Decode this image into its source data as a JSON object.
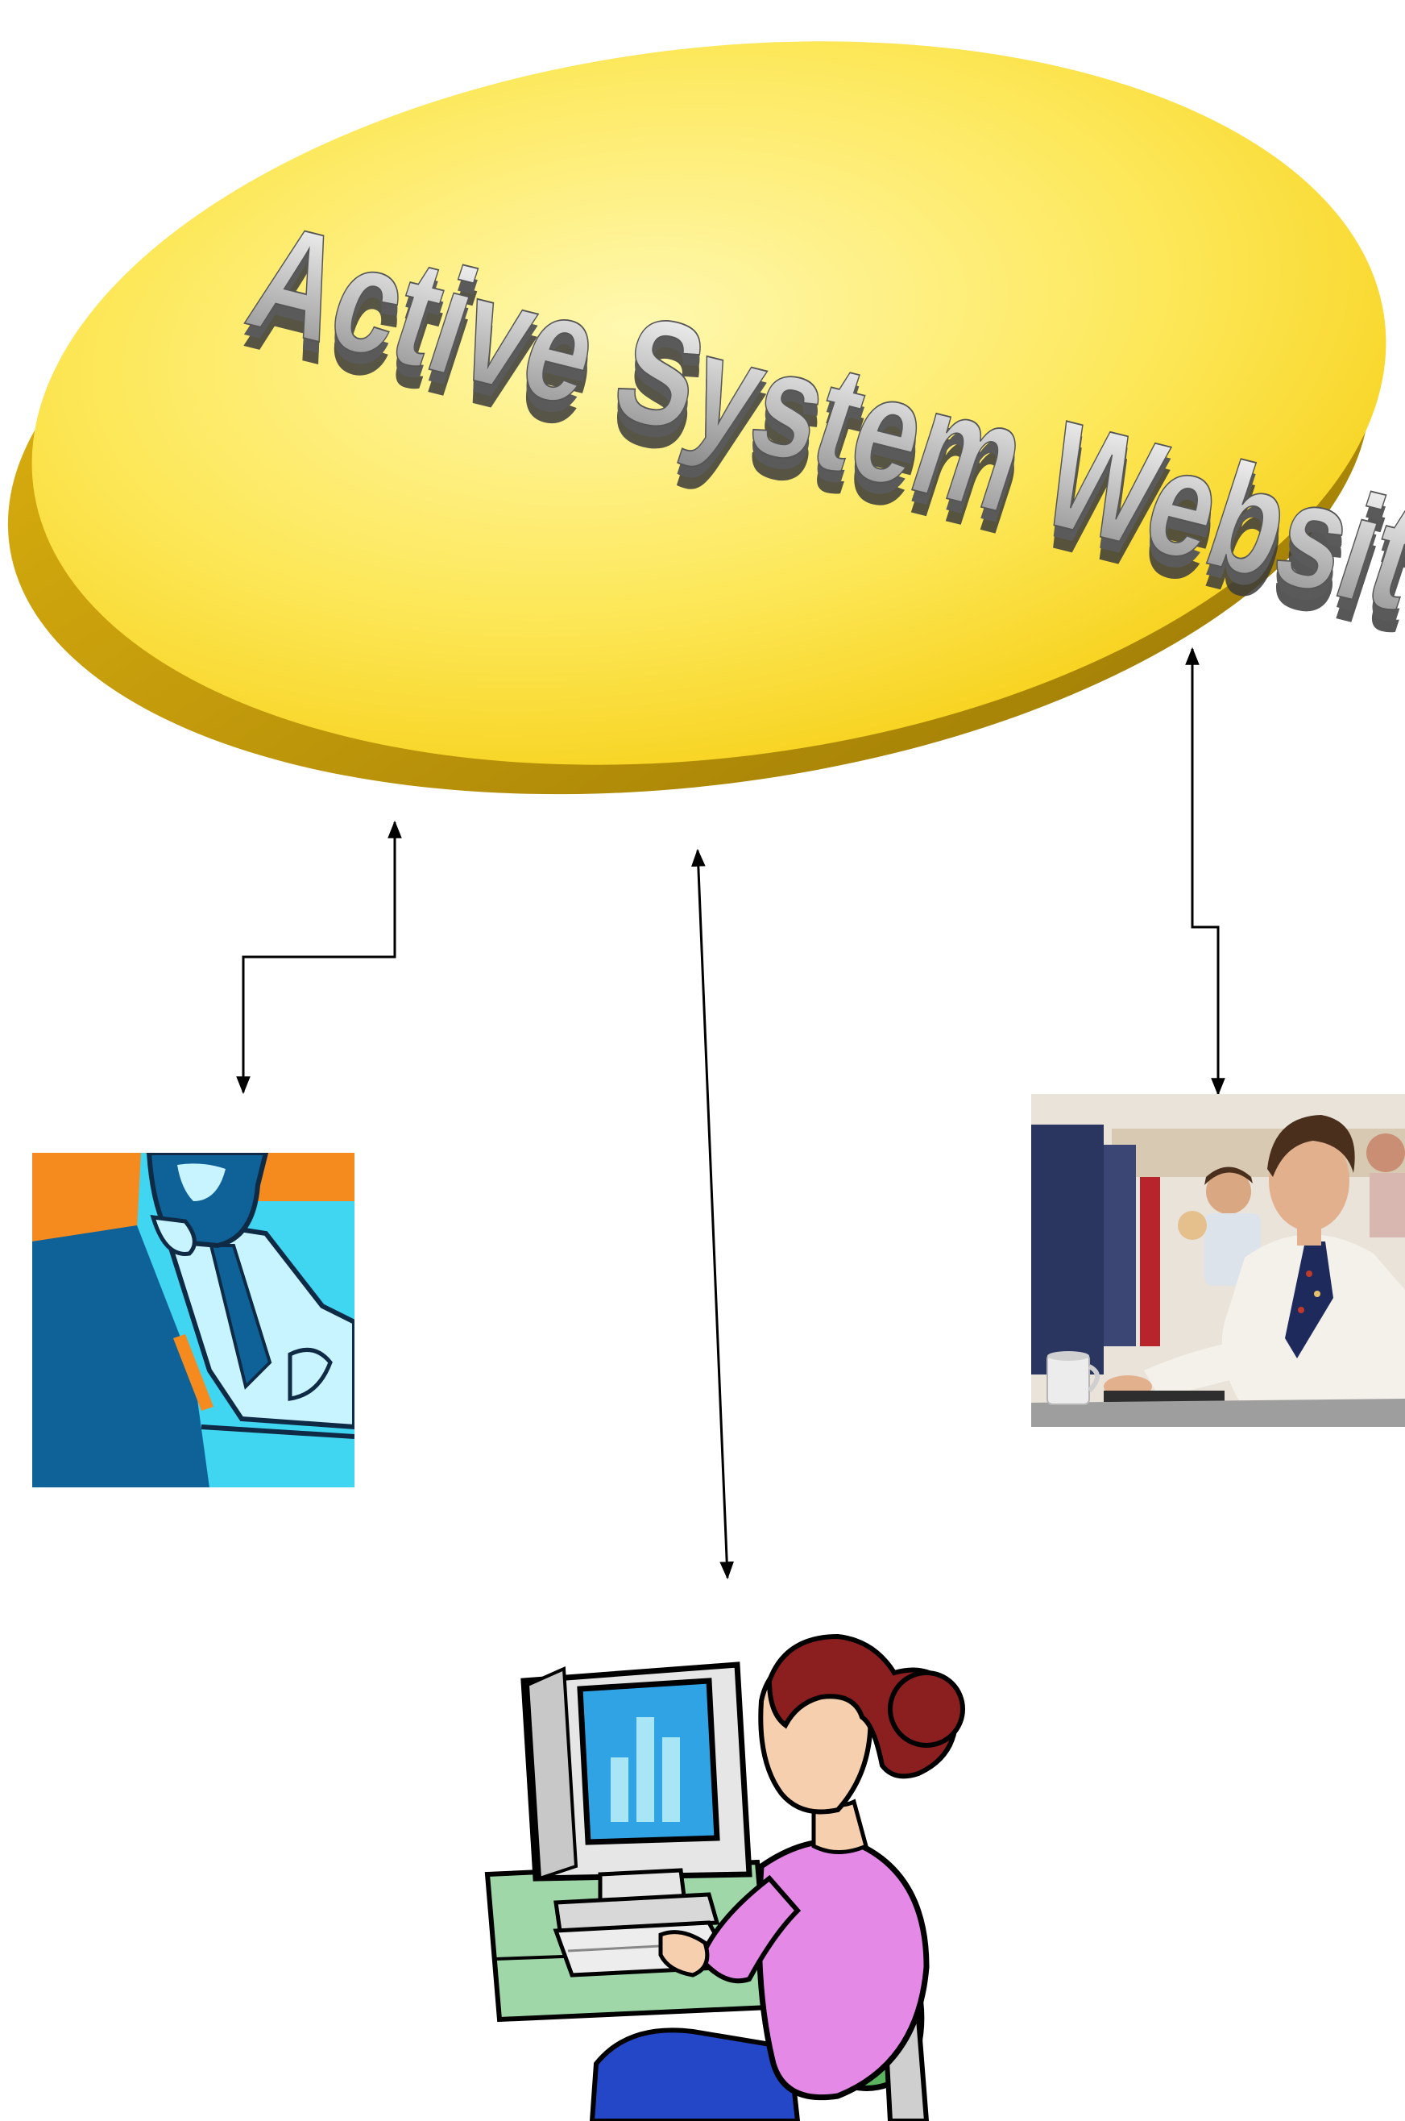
{
  "hub": {
    "title": "Active System Website",
    "colors": {
      "ellipse_top_light": "#FFF8B0",
      "ellipse_top_mid": "#FDE85A",
      "ellipse_top_deep": "#F7D21E",
      "ellipse_side_light": "#E2B510",
      "ellipse_side_dark": "#9C7A05",
      "text_face_light": "#FFFFFF",
      "text_face_dark": "#8A8A8A",
      "text_extrusion": "#3A3A3A"
    }
  },
  "connectors": {
    "style": "double-headed-arrow",
    "color": "#000000",
    "items": [
      {
        "id": "left",
        "links": "hub ↔ man-at-desk-illustration",
        "shape": "elbow"
      },
      {
        "id": "center",
        "links": "hub ↔ woman-at-computer-clipart",
        "shape": "straight"
      },
      {
        "id": "right",
        "links": "hub ↔ office-worker-photo",
        "shape": "elbow"
      }
    ]
  },
  "figures": {
    "left": {
      "icon": "thinking-man-at-desk-illustration",
      "colors": {
        "orange": "#F58A1F",
        "dark_blue": "#0E6298",
        "light_blue": "#40D6F2",
        "pale": "#C8F4FF",
        "outline": "#0F2A44"
      }
    },
    "right": {
      "icon": "office-worker-photo",
      "colors": {
        "wall": "#E9E3DA",
        "cabinet": "#2A3560",
        "shirt": "#F4F1EA",
        "skin": "#E3B08E",
        "hair": "#4A2F1D",
        "desk": "#9E9E9E",
        "mug": "#ECECEC"
      }
    },
    "bottom": {
      "icon": "woman-at-computer-clipart",
      "colors": {
        "hair": "#8B1E1E",
        "skin": "#F6CFAE",
        "sweater": "#E48AE6",
        "chair": "#5BB360",
        "pants": "#2447C8",
        "monitor": "#E6E6E6",
        "screen": "#2FA3E3",
        "bars": "#A8E6F5",
        "desk": "#9FD7A8"
      }
    }
  }
}
